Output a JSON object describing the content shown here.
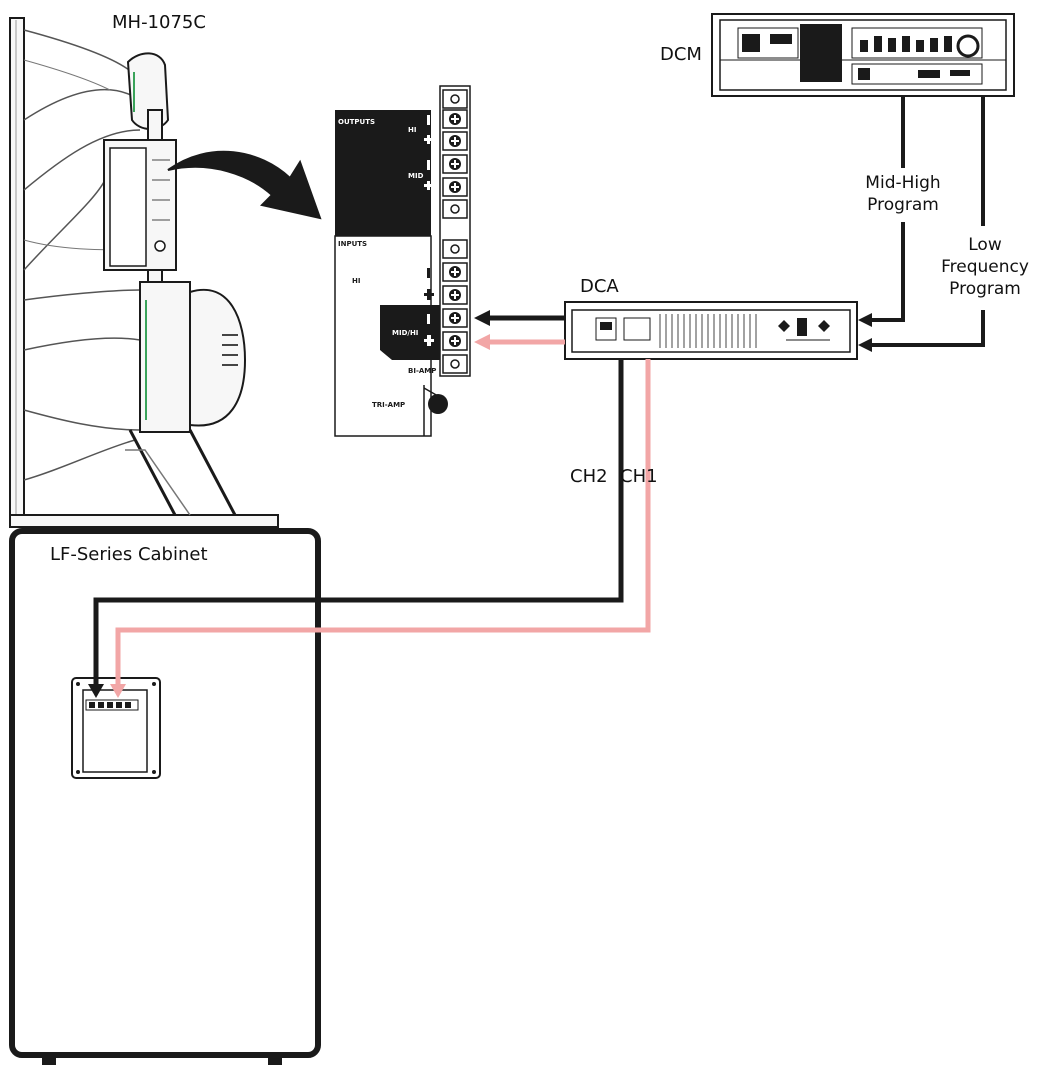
{
  "labels": {
    "mh_model": "MH-1075C",
    "dcm": "DCM",
    "dca": "DCA",
    "lf_cabinet": "LF-Series Cabinet",
    "mid_high_program": "Mid-High Program",
    "low_frequency_program": "Low Frequency Program",
    "ch2": "CH2",
    "ch1": "CH1"
  },
  "panel": {
    "outputs": "OUTPUTS",
    "inputs": "INPUTS",
    "hi": "HI",
    "mid": "MID",
    "mid_hi": "MID/HI",
    "bi_amp": "BI-AMP",
    "tri_amp": "TRI-AMP"
  },
  "colors": {
    "line": "#1a1a1a",
    "pink": "#f2a6a6",
    "paper": "#ffffff",
    "hardware_fill": "#f7f7f7",
    "accent_green": "#3aa35a"
  }
}
